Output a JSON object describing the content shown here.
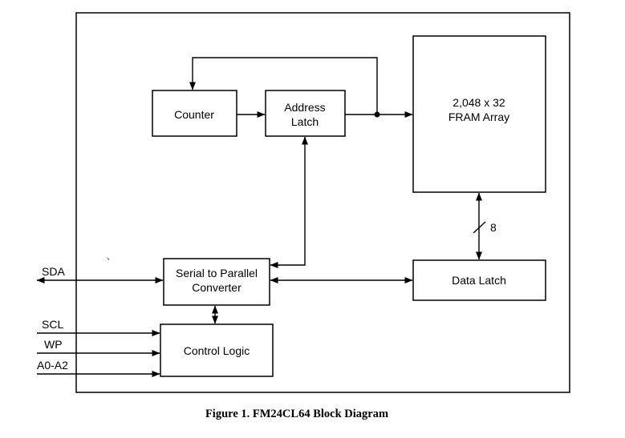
{
  "diagram": {
    "caption": "Figure 1. FM24CL64 Block Diagram",
    "boxes": {
      "counter": {
        "label": "Counter"
      },
      "address_latch": {
        "line1": "Address",
        "line2": "Latch"
      },
      "fram_array": {
        "line1": "2,048 x 32",
        "line2": "FRAM Array"
      },
      "serial_parallel": {
        "line1": "Serial to Parallel",
        "line2": "Converter"
      },
      "data_latch": {
        "label": "Data Latch"
      },
      "control_logic": {
        "label": "Control Logic"
      }
    },
    "signals": {
      "sda": "SDA",
      "scl": "SCL",
      "wp": "WP",
      "a0a2": "A0-A2"
    },
    "bus_width": "8",
    "stray_mark": "`"
  }
}
